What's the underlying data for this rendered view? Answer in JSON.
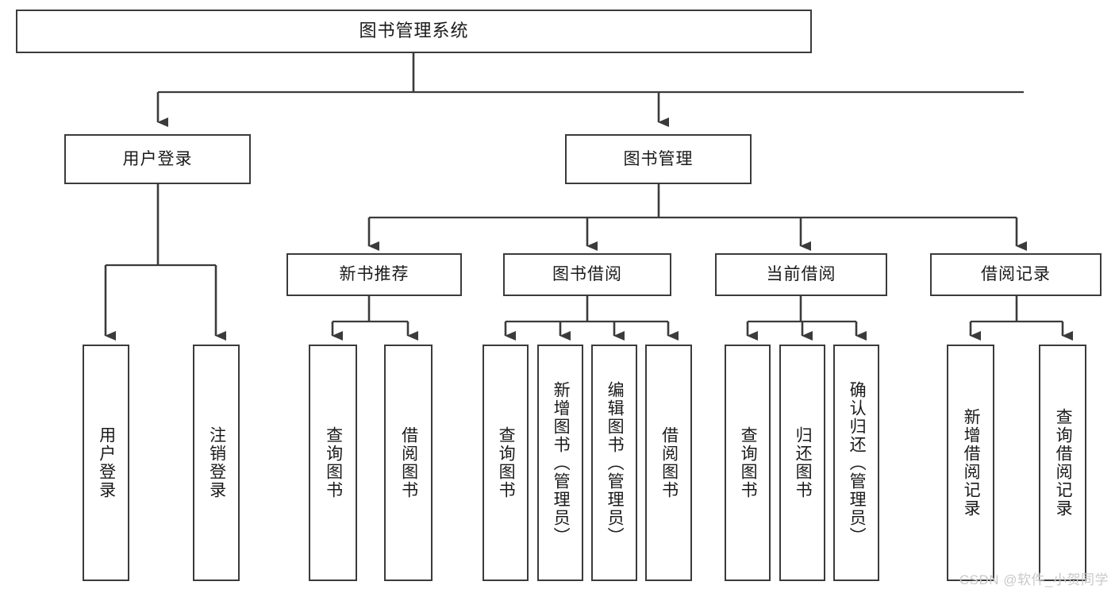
{
  "diagram": {
    "title": "图书管理系统",
    "watermark": "CSDN @软件_小贺同学",
    "nodes": {
      "root": "图书管理系统",
      "user_login": "用户登录",
      "book_manage": "图书管理",
      "new_book_rec": "新书推荐",
      "book_borrow": "图书借阅",
      "current_borrow": "当前借阅",
      "borrow_record": "借阅记录",
      "leaf_user_login": "用户登录",
      "leaf_logout_login": "注销登录",
      "leaf_query_book_1": "查询图书",
      "leaf_borrow_book_1": "借阅图书",
      "leaf_query_book_2": "查询图书",
      "leaf_add_book_admin": "新增图书（管理员）",
      "leaf_edit_book_admin": "编辑图书（管理员）",
      "leaf_borrow_book_2": "借阅图书",
      "leaf_query_book_3": "查询图书",
      "leaf_return_book": "归还图书",
      "leaf_confirm_return_admin": "确认归还（管理员）",
      "leaf_add_record": "新增借阅记录",
      "leaf_query_record": "查询借阅记录"
    },
    "colors": {
      "border": "#3b3b3b",
      "text": "#1a1a1a",
      "background": "#ffffff",
      "watermark": "#c9c9c9"
    }
  }
}
